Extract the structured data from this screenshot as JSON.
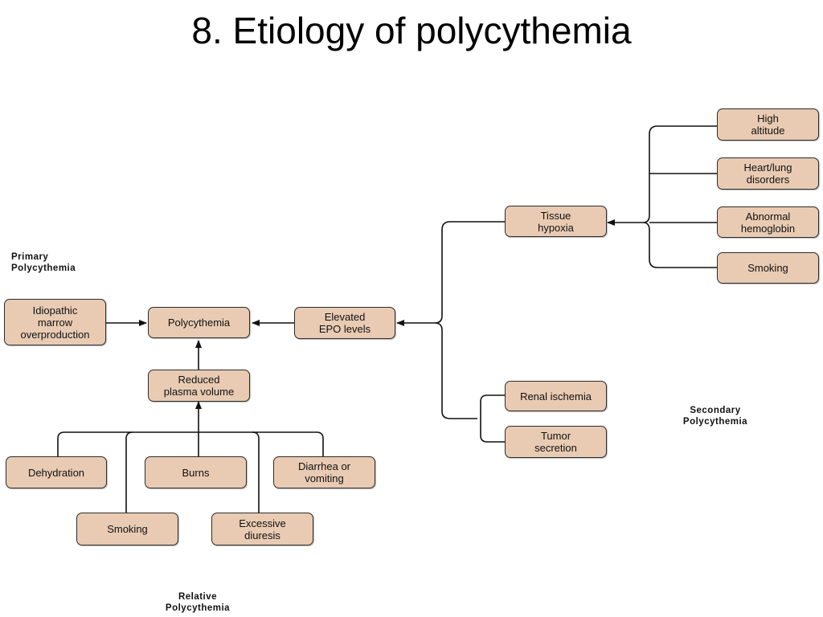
{
  "title": "8. Etiology of polycythemia",
  "diagram": {
    "categories": {
      "primary": "Primary\nPolycythemia",
      "secondary": "Secondary\nPolycythemia",
      "relative": "Relative\nPolycythemia"
    },
    "nodes": {
      "polycythemia": "Polycythemia",
      "idiopathic": "Idiopathic\nmarrow\noverproduction",
      "elevated_epo": "Elevated\nEPO levels",
      "tissue_hypoxia": "Tissue\nhypoxia",
      "high_altitude": "High\naltitude",
      "heart_lung": "Heart/lung\ndisorders",
      "abnormal_hemoglobin": "Abnormal\nhemoglobin",
      "smoking_secondary": "Smoking",
      "renal_ischemia": "Renal ischemia",
      "tumor_secretion": "Tumor\nsecretion",
      "reduced_plasma": "Reduced\nplasma volume",
      "dehydration": "Dehydration",
      "burns": "Burns",
      "diarrhea": "Diarrhea or\nvomiting",
      "smoking_relative": "Smoking",
      "excessive_diuresis": "Excessive\ndiuresis"
    },
    "colors": {
      "box_fill": "#e9cbb3",
      "box_border": "#2b2b2b",
      "line": "#111111"
    }
  }
}
